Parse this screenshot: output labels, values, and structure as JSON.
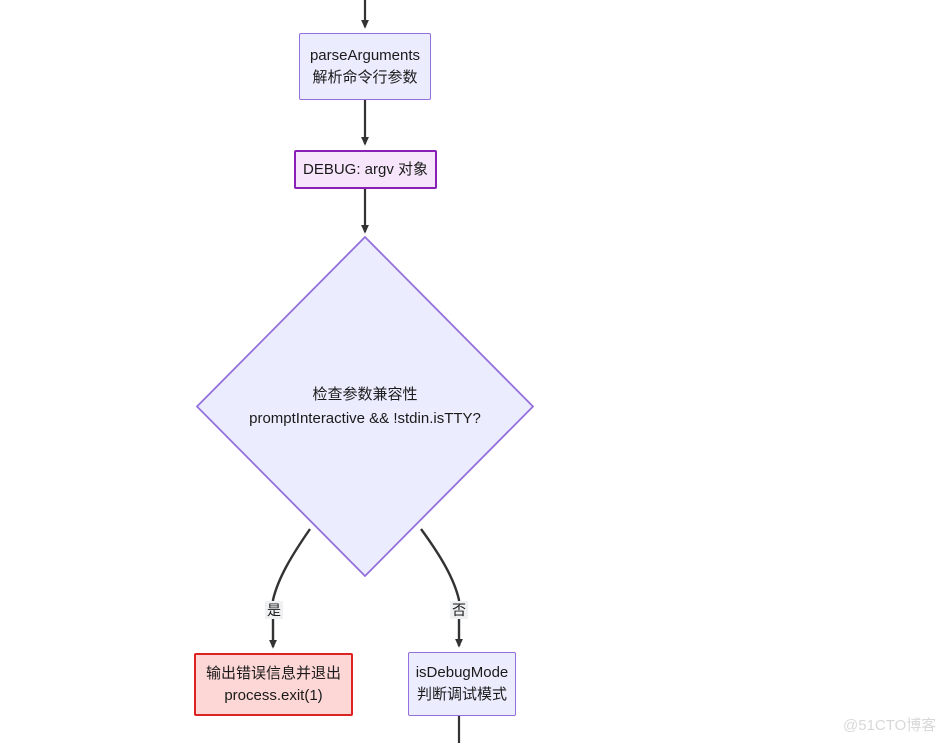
{
  "diagram": {
    "type": "flowchart",
    "direction": "top-to-bottom",
    "title": "",
    "colors": {
      "process_fill": "#ECECFF",
      "process_stroke": "#9370DB",
      "debug_fill": "#F7E6FB",
      "debug_stroke": "#8A1FB5",
      "error_fill": "#FDD6D6",
      "error_stroke": "#DD2222",
      "decision_fill": "#ECECFF",
      "decision_stroke": "#9370DB",
      "edge_stroke": "#333333",
      "edge_label_bg": "#EFF0F2",
      "text": "#1A1A1A",
      "background": "#FFFFFF"
    },
    "nodes": [
      {
        "id": "parse-arguments",
        "shape": "rectangle",
        "style": "process",
        "lines": [
          "parseArguments",
          "解析命令行参数"
        ]
      },
      {
        "id": "debug-argv",
        "shape": "rectangle",
        "style": "debug",
        "lines": [
          "DEBUG: argv 对象"
        ]
      },
      {
        "id": "check-arg-compatibility",
        "shape": "diamond",
        "style": "decision",
        "lines": [
          "检查参数兼容性",
          "promptInteractive && !stdin.isTTY?"
        ]
      },
      {
        "id": "error-exit",
        "shape": "rectangle",
        "style": "error",
        "lines": [
          "输出错误信息并退出",
          "process.exit(1)"
        ]
      },
      {
        "id": "is-debug-mode",
        "shape": "rectangle",
        "style": "process",
        "lines": [
          "isDebugMode",
          "判断调试模式"
        ]
      }
    ],
    "edges": [
      {
        "id": "edge-top-in",
        "from": "",
        "to": "parse-arguments",
        "label": ""
      },
      {
        "id": "edge-parse-to-debug",
        "from": "parse-arguments",
        "to": "debug-argv",
        "label": ""
      },
      {
        "id": "edge-debug-to-check",
        "from": "debug-argv",
        "to": "check-arg-compatibility",
        "label": ""
      },
      {
        "id": "edge-check-yes",
        "from": "check-arg-compatibility",
        "to": "error-exit",
        "label": "是"
      },
      {
        "id": "edge-check-no",
        "from": "check-arg-compatibility",
        "to": "is-debug-mode",
        "label": "否"
      },
      {
        "id": "edge-debugmode-out",
        "from": "is-debug-mode",
        "to": "",
        "label": ""
      }
    ]
  },
  "watermark": {
    "text": "@51CTO博客"
  }
}
